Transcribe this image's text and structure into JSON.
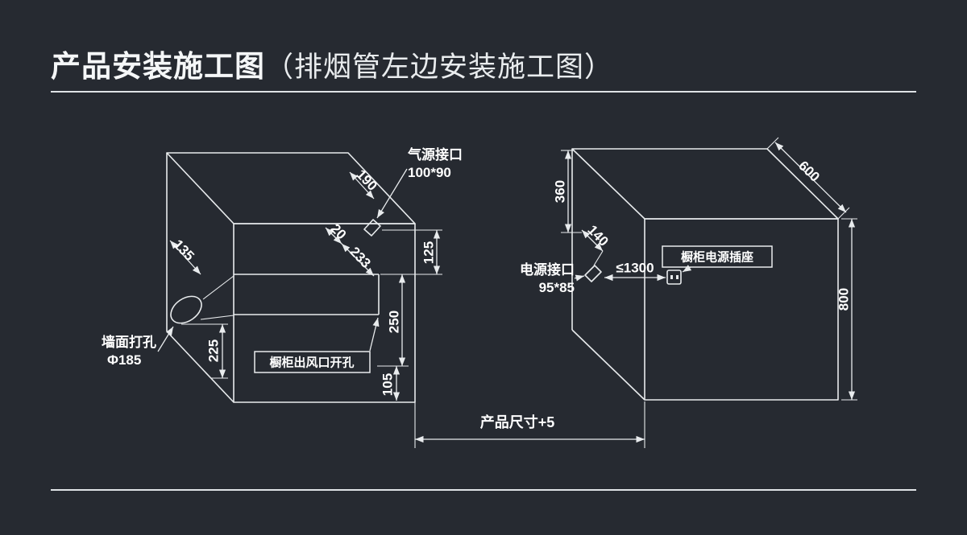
{
  "title": {
    "main": "产品安装施工图",
    "sub": "（排烟管左边安装施工图）"
  },
  "left_box": {
    "gas_port": {
      "line1": "气源接口",
      "line2": "100*90"
    },
    "wall_hole": {
      "line1": "墙面打孔",
      "line2": "Φ185"
    },
    "outlet_label": "橱柜出风口开孔",
    "dims": {
      "depth_to_hole": "135",
      "gas_depth": "190",
      "gas_height": "125",
      "gas_offset": "20",
      "outlet_depth": "233",
      "outlet_height": "250",
      "hole_height": "225",
      "outlet_bottom": "105"
    }
  },
  "right_box": {
    "power_port": {
      "line1": "电源接口",
      "line2": "95*85"
    },
    "socket_label": "橱柜电源插座",
    "dims": {
      "power_top": "360",
      "power_depth": "140",
      "socket_distance": "≤1300",
      "cabinet_depth": "600",
      "cabinet_height": "800"
    }
  },
  "footer_dim": {
    "product_size": "产品尺寸+5"
  },
  "colors": {
    "background": "#262A31",
    "line": "#E8EBED",
    "text": "#FFFFFF"
  }
}
